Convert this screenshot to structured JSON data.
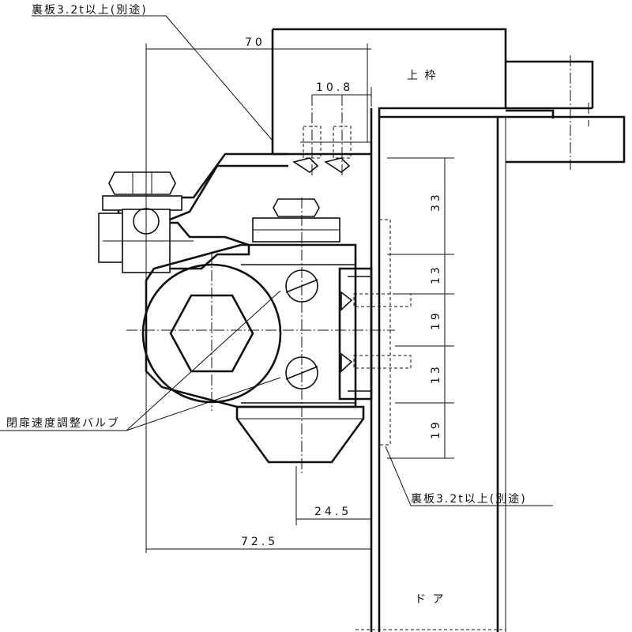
{
  "labels": {
    "back_plate_top": "裏板3.2t以上(別途)",
    "back_plate_right": "裏板3.2t以上(別途)",
    "upper_frame": "上 枠",
    "door": "ド ア",
    "valve": "閉扉速度調整バルブ"
  },
  "dimensions": {
    "d70": "70",
    "d10_8": "10.8",
    "d33": "33",
    "d13_a": "13",
    "d19_a": "19",
    "d13_b": "13",
    "d19_b": "19",
    "d24_5": "24.5",
    "d72_5": "72.5"
  }
}
